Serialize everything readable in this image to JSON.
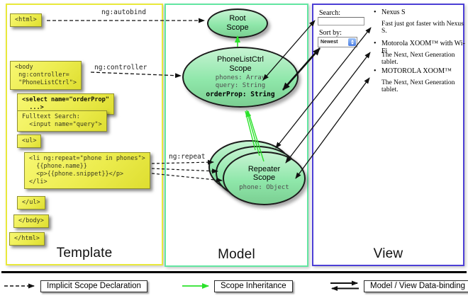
{
  "colors": {
    "template_border": "#e9e93b",
    "model_border": "#63e6a2",
    "view_border": "#4d3fd6",
    "inheritance_green": "#2be22b",
    "code_box_yellow": "#ecec4e"
  },
  "template_panel": {
    "label": "Template",
    "boxes": {
      "html_open": "<html>",
      "body_open": "<body\n ng:controller=\n \"PhoneListCtrl\">",
      "select": "<select name=\"orderProp\"\n  ...>",
      "fulltext": "Fulltext Search:\n  <input name=\"query\">",
      "ul_open": "<ul>",
      "li_repeat": "<li ng:repeat=\"phone in phones\">\n  {{phone.name}}\n  <p>{{phone.snippet}}</p>\n</li>",
      "ul_close": "</ul>",
      "body_close": "</body>",
      "html_close": "</html>"
    }
  },
  "model_panel": {
    "label": "Model",
    "root_scope": {
      "title": "Root\nScope"
    },
    "phonelist_scope": {
      "title": "PhoneListCtrl\nScope",
      "props": "phones: Array\nquery: String",
      "bold_prop": "orderProp: String"
    },
    "repeater_scope": {
      "title": "Repeater\nScope",
      "prop": "phone: Object"
    }
  },
  "view_panel": {
    "label": "View",
    "search_label": "Search:",
    "sort_label": "Sort by:",
    "sort_value": "Newest",
    "bullet": "•",
    "items": [
      {
        "title": "Nexus S",
        "desc": "Fast just got faster with Nexus S."
      },
      {
        "title": "Motorola XOOM™ with Wi-Fi",
        "desc": "The Next, Next Generation tablet."
      },
      {
        "title": "MOTOROLA XOOM™",
        "desc": "The Next, Next Generation tablet."
      }
    ]
  },
  "arrow_labels": {
    "autobind": "ng:autobind",
    "controller": "ng:controller",
    "repeat": "ng:repeat"
  },
  "legend": {
    "implicit": "Implicit Scope Declaration",
    "inheritance": "Scope Inheritance",
    "databinding": "Model / View Data-binding"
  }
}
